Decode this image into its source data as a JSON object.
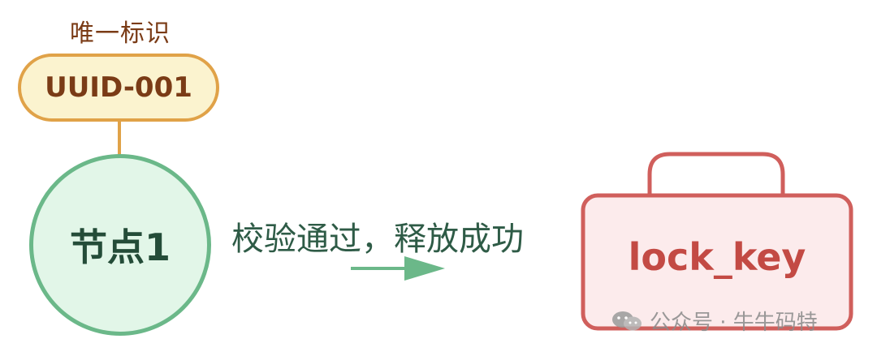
{
  "diagram": {
    "top_label": "唯一标识",
    "uuid": "UUID-001",
    "node_label": "节点1",
    "arrow_label": "校验通过，释放成功",
    "lock_label": "lock_key"
  },
  "watermark": {
    "icon": "wechat-icon",
    "text": "公众号 · 牛牛码特"
  },
  "colors": {
    "brown_text": "#7a3b16",
    "pill_fill": "#fbf3cf",
    "pill_border": "#e0a248",
    "node_fill": "#e2f6e8",
    "node_border": "#6bb889",
    "arrow_color": "#6bb889",
    "lock_fill": "#fcebec",
    "lock_border": "#d05f5c",
    "lock_text": "#c34a44"
  }
}
